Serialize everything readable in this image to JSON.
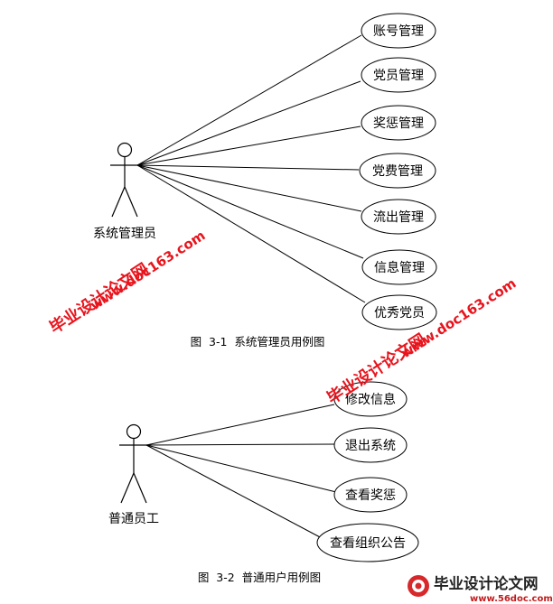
{
  "diagram1": {
    "actor": "系统管理员",
    "use_cases": [
      "账号管理",
      "党员管理",
      "奖惩管理",
      "党费管理",
      "流出管理",
      "信息管理",
      "优秀党员"
    ],
    "caption": "图  3-1  系统管理员用例图"
  },
  "diagram2": {
    "actor": "普通员工",
    "use_cases": [
      "修改信息",
      "退出系统",
      "查看奖惩",
      "查看组织公告"
    ],
    "caption": "图  3-2  普通用户用例图"
  },
  "watermarks": {
    "site_cn": "毕业设计论文网",
    "site_url": "www.doc163.com",
    "logo_cn": "毕业设计论文网",
    "logo_url": "www.56doc.com"
  },
  "colors": {
    "watermark": "#e8141d",
    "line": "#000000"
  }
}
